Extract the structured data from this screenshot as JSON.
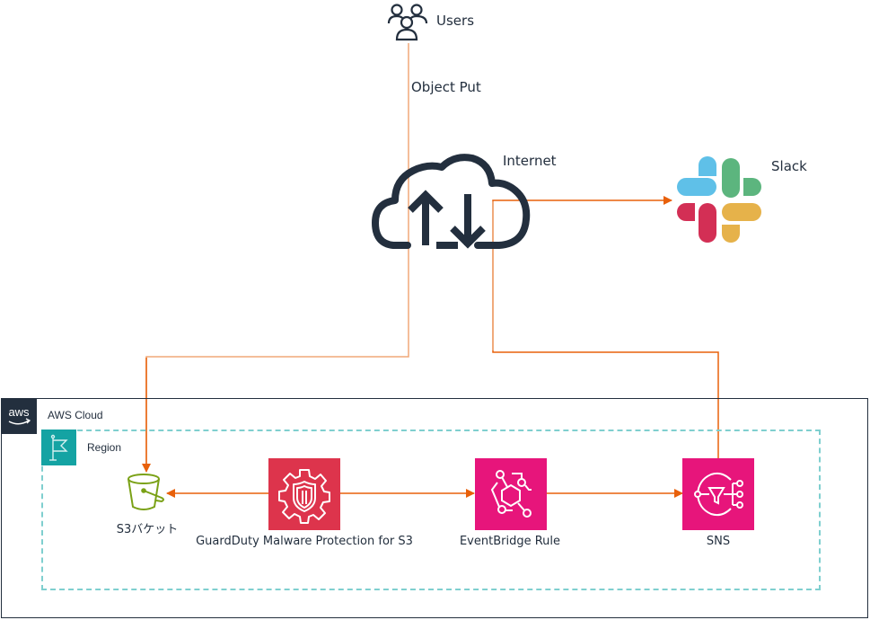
{
  "nodes": {
    "users": {
      "label": "Users",
      "icon": "users-icon"
    },
    "internet": {
      "label": "Internet",
      "icon": "cloud-upload-download-icon"
    },
    "slack": {
      "label": "Slack",
      "icon": "slack-logo-icon"
    },
    "s3": {
      "label": "S3バケット",
      "icon": "s3-bucket-icon"
    },
    "guardduty": {
      "label": "GuardDuty Malware Protection for S3",
      "icon": "guardduty-shield-gear-icon",
      "color": "#dd344c"
    },
    "eventbridge": {
      "label": "EventBridge Rule",
      "icon": "eventbridge-icon",
      "color": "#e7157b"
    },
    "sns": {
      "label": "SNS",
      "icon": "sns-icon",
      "color": "#e7157b"
    }
  },
  "groups": {
    "aws_cloud": {
      "label": "AWS Cloud",
      "badge": "aws",
      "color": "#232f3e"
    },
    "region": {
      "label": "Region",
      "icon": "flag-icon",
      "color": "#14a3a3"
    }
  },
  "edges": [
    {
      "from": "users",
      "to": "s3",
      "label": "Object Put"
    },
    {
      "from": "guardduty",
      "to": "s3",
      "label": ""
    },
    {
      "from": "guardduty",
      "to": "eventbridge",
      "label": ""
    },
    {
      "from": "eventbridge",
      "to": "sns",
      "label": ""
    },
    {
      "from": "sns",
      "to": "slack",
      "label": ""
    }
  ],
  "colors": {
    "edge": "#e8600a",
    "edge_light": "#f0a878",
    "slack_blue": "#5fc0e8",
    "slack_green": "#5cb57e",
    "slack_red": "#d32f55",
    "slack_yellow": "#e6b24a"
  }
}
